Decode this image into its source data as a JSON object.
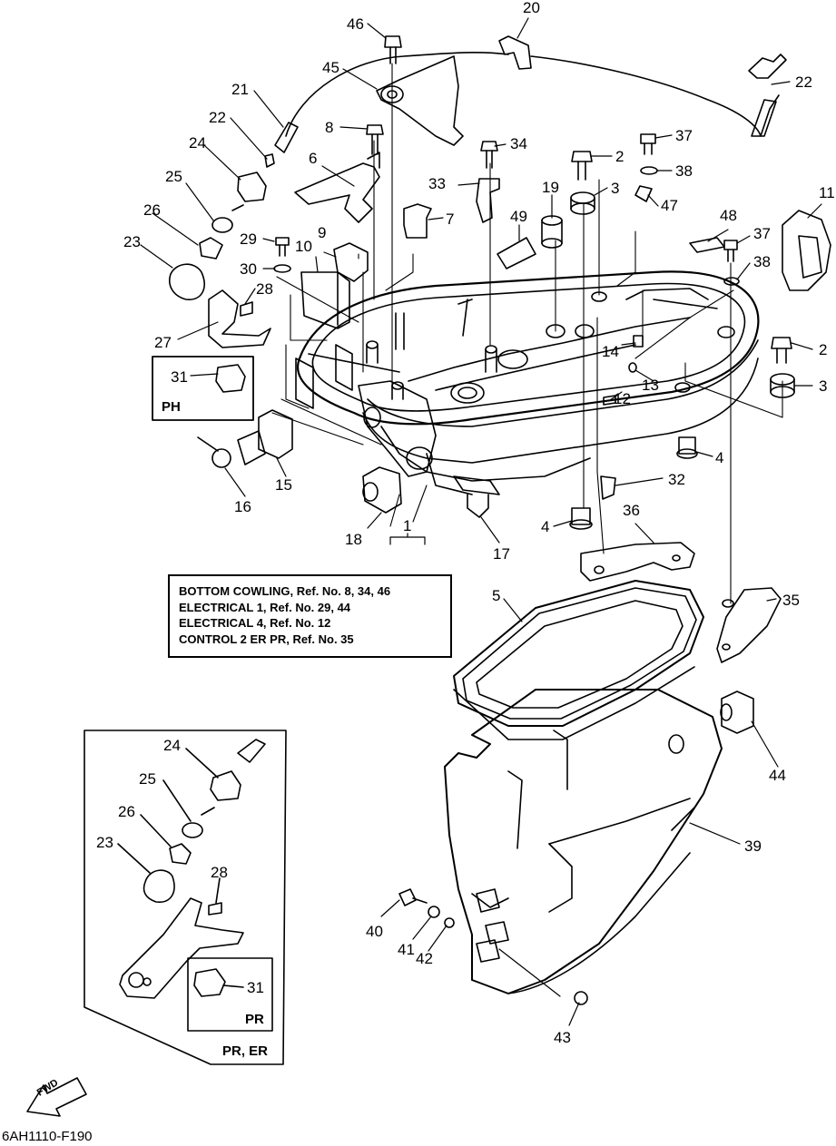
{
  "callouts": {
    "n1": "1",
    "n2a": "2",
    "n2b": "2",
    "n3a": "3",
    "n3b": "3",
    "n4a": "4",
    "n4b": "4",
    "n5": "5",
    "n6": "6",
    "n7": "7",
    "n8": "8",
    "n9": "9",
    "n10": "10",
    "n11": "11",
    "n12": "12",
    "n13": "13",
    "n14": "14",
    "n15": "15",
    "n16": "16",
    "n17": "17",
    "n18": "18",
    "n19": "19",
    "n20": "20",
    "n21": "21",
    "n22a": "22",
    "n22b": "22",
    "n23a": "23",
    "n23b": "23",
    "n24a": "24",
    "n24b": "24",
    "n25a": "25",
    "n25b": "25",
    "n26a": "26",
    "n26b": "26",
    "n27": "27",
    "n28a": "28",
    "n28b": "28",
    "n29": "29",
    "n30": "30",
    "n31a": "31",
    "n31b": "31",
    "n32": "32",
    "n33": "33",
    "n34": "34",
    "n35": "35",
    "n36": "36",
    "n37a": "37",
    "n37b": "37",
    "n38a": "38",
    "n38b": "38",
    "n39": "39",
    "n40": "40",
    "n41": "41",
    "n42": "42",
    "n43": "43",
    "n44": "44",
    "n45": "45",
    "n46": "46",
    "n47": "47",
    "n48": "48",
    "n49": "49"
  },
  "reference_box": {
    "lines": [
      "BOTTOM COWLING, Ref. No. 8, 34, 46",
      "ELECTRICAL 1,  Ref. No. 29, 44",
      "ELECTRICAL 4,  Ref. No. 12",
      "CONTROL 2 ER PR,  Ref. No. 35"
    ]
  },
  "variant_tags": {
    "ph": "PH",
    "pr": "PR",
    "pr_er": "PR, ER"
  },
  "fwd_label": "FWD",
  "drawing_code": "6AH1110-F190"
}
